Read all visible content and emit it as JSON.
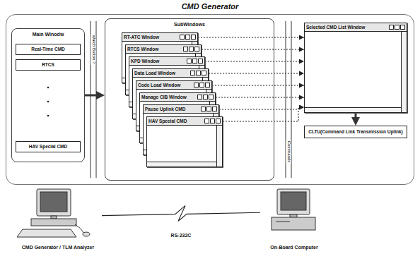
{
  "diagram": {
    "nodes": [
      {
        "text": [
          "CMD Generator"
        ]
      },
      {
        "text": [
          "Main Winodw"
        ],
        "in": 0
      },
      {
        "text": [
          "Real-Time CMD"
        ],
        "in": 1
      },
      {
        "text": [
          "RTCS"
        ],
        "in": 1
      },
      {
        "text": [
          "HAV Special CMD"
        ],
        "in": 1
      },
      {
        "text": [
          "SubWindows"
        ],
        "in": 0
      },
      {
        "text": [
          "RT-ATC Window"
        ],
        "in": 5
      },
      {
        "text": [
          "RTCS Window"
        ],
        "in": 5
      },
      {
        "text": [
          "KPD Window"
        ],
        "in": 5
      },
      {
        "text": [
          "Data Load Window"
        ],
        "in": 5
      },
      {
        "text": [
          "Code Load Window"
        ],
        "in": 5
      },
      {
        "text": [
          "Manage CIB Window"
        ],
        "in": 5
      },
      {
        "text": [
          "Pause Uplink CMD"
        ],
        "in": 5
      },
      {
        "text": [
          "HAV Special CMD"
        ],
        "in": 5
      },
      {
        "text": [
          "Selected CMD List Window"
        ],
        "in": 0
      },
      {
        "text": [
          "CLTU(Command Link Transmission Uplink)"
        ],
        "in": 0
      },
      {
        "text": [
          "CMD Generator / TLM Analyzer"
        ]
      },
      {
        "text": [
          "On-Board Computer"
        ]
      }
    ],
    "edges": [
      {
        "from": 1,
        "to": 5,
        "arrow": "to"
      },
      {
        "from": 6,
        "to": 14,
        "arrow": "to"
      },
      {
        "from": 7,
        "to": 14,
        "arrow": "to"
      },
      {
        "from": 8,
        "to": 14,
        "arrow": "to"
      },
      {
        "from": 9,
        "to": 14,
        "arrow": "to"
      },
      {
        "from": 10,
        "to": 14,
        "arrow": "to"
      },
      {
        "from": 11,
        "to": 14,
        "arrow": "to"
      },
      {
        "from": 12,
        "to": 14,
        "arrow": "to"
      },
      {
        "from": 13,
        "to": 14,
        "arrow": "to"
      },
      {
        "from": 14,
        "to": 15,
        "arrow": "to"
      },
      {
        "from": 16,
        "to": 17,
        "arrow": "none",
        "label": "RS-232C"
      }
    ],
    "labels": [
      "Watch Button ?",
      "Commands"
    ]
  }
}
